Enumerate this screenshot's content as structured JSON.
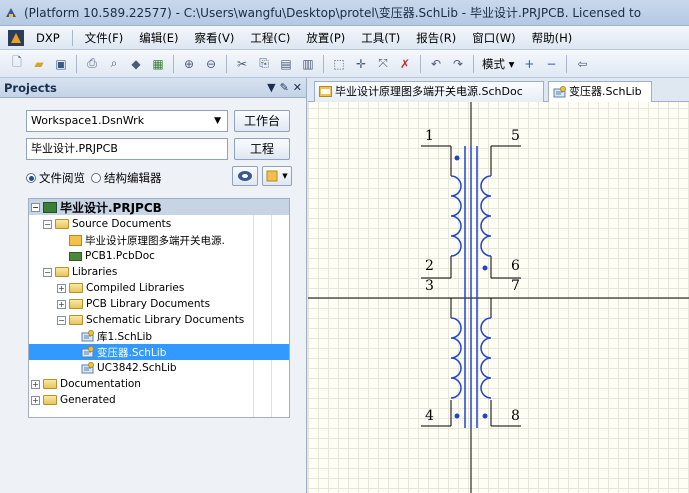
{
  "window": {
    "title": "(Platform 10.589.22577) - C:\\Users\\wangfu\\Desktop\\protel\\变压器.SchLib - 毕业设计.PRJPCB. Licensed to"
  },
  "menu": {
    "dxp": "DXP",
    "items": [
      "文件(F)",
      "编辑(E)",
      "察看(V)",
      "工程(C)",
      "放置(P)",
      "工具(T)",
      "报告(R)",
      "窗口(W)",
      "帮助(H)"
    ]
  },
  "toolbar": {
    "mode_label": "模式 ▾"
  },
  "projects": {
    "title": "Projects",
    "workspace_value": "Workspace1.DsnWrk",
    "workspace_button": "工作台",
    "project_value": "毕业设计.PRJPCB",
    "project_button": "工程",
    "radio_file_view": "文件阅览",
    "radio_struct_edit": "结构编辑器"
  },
  "tree": [
    {
      "label": "毕业设计.PRJPCB"
    },
    {
      "label": "Source Documents"
    },
    {
      "label": "毕业设计原理图多端开关电源."
    },
    {
      "label": "PCB1.PcbDoc"
    },
    {
      "label": "Libraries"
    },
    {
      "label": "Compiled Libraries"
    },
    {
      "label": "PCB Library Documents"
    },
    {
      "label": "Schematic Library Documents"
    },
    {
      "label": "库1.SchLib"
    },
    {
      "label": "变压器.SchLib"
    },
    {
      "label": "UC3842.SchLib"
    },
    {
      "label": "Documentation"
    },
    {
      "label": "Generated"
    }
  ],
  "tabs": [
    {
      "label": "毕业设计原理图多端开关电源.SchDoc"
    },
    {
      "label": "变压器.SchLib"
    }
  ],
  "pins": {
    "p1": "1",
    "p2": "2",
    "p3": "3",
    "p4": "4",
    "p5": "5",
    "p6": "6",
    "p7": "7",
    "p8": "8"
  }
}
